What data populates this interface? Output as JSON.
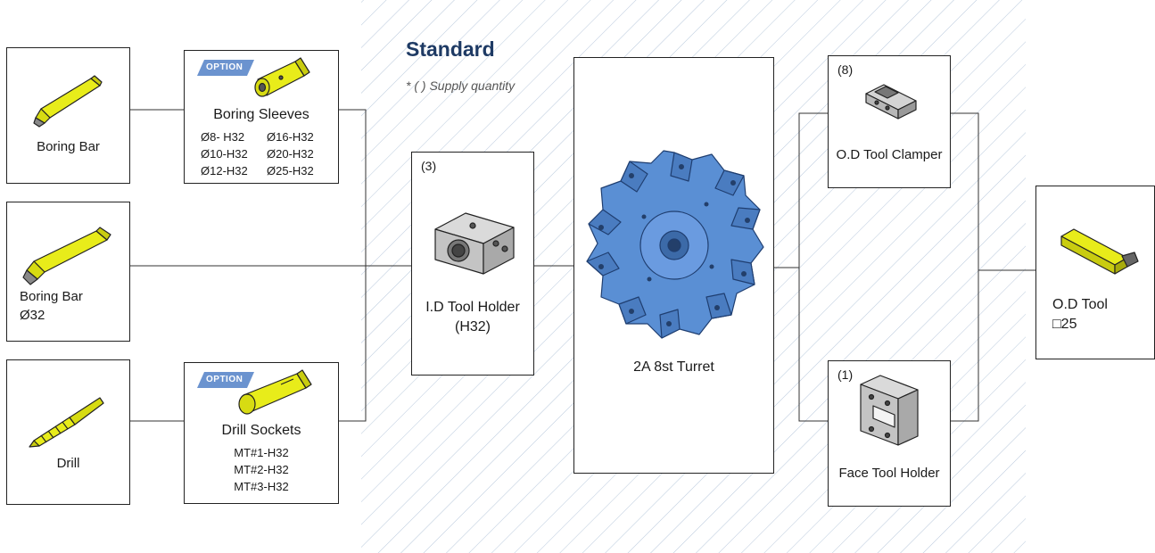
{
  "header": {
    "title": "Standard",
    "note": "* ( ) Supply quantity"
  },
  "option_badge": "OPTION",
  "nodes": {
    "boring_bar": {
      "label": "Boring Bar"
    },
    "boring_bar_32": {
      "label_line1": "Boring Bar",
      "label_line2": "Ø32"
    },
    "drill": {
      "label": "Drill"
    },
    "boring_sleeves": {
      "label": "Boring Sleeves",
      "sizes": [
        "Ø8- H32",
        "Ø16-H32",
        "Ø10-H32",
        "Ø20-H32",
        "Ø12-H32",
        "Ø25-H32"
      ]
    },
    "drill_sockets": {
      "label": "Drill Sockets",
      "sizes": [
        "MT#1-H32",
        "MT#2-H32",
        "MT#3-H32"
      ]
    },
    "id_tool_holder": {
      "qty": "(3)",
      "label_line1": "I.D Tool Holder",
      "label_line2": "(H32)"
    },
    "turret": {
      "label": "2A 8st Turret"
    },
    "od_tool_clamper": {
      "qty": "(8)",
      "label": "O.D Tool Clamper"
    },
    "face_tool_holder": {
      "qty": "(1)",
      "label": "Face Tool Holder"
    },
    "od_tool": {
      "label_line1": "O.D Tool",
      "label_line2": "□25"
    }
  },
  "colors": {
    "title": "#1e3a64",
    "badge": "#6b93cf",
    "tool_yellow": "#e8ec1a",
    "turret_blue": "#5a8fd4",
    "holder_gray": "#c9c9c9",
    "hatch": "#b9c9dc"
  },
  "icons": [
    "boring-bar-icon",
    "boring-sleeve-icon",
    "drill-icon",
    "drill-socket-icon",
    "id-tool-holder-icon",
    "turret-icon",
    "od-tool-clamper-icon",
    "face-tool-holder-icon",
    "od-tool-icon"
  ]
}
